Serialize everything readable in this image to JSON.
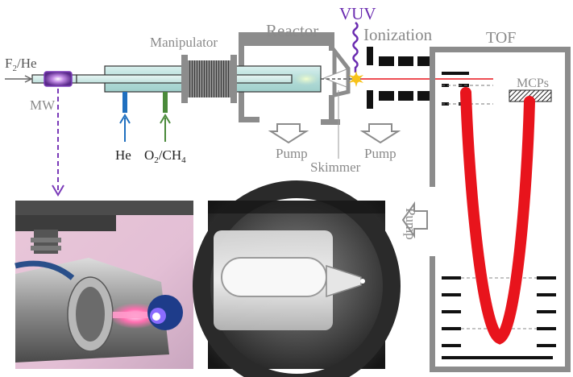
{
  "labels": {
    "reactor": "Reactor",
    "vuv": "VUV",
    "ionization": "Ionization",
    "tof": "TOF",
    "manipulator": "Manipulator",
    "f2he_main": "F",
    "f2he_sub": "2",
    "f2he_tail": "/He",
    "mw": "MW",
    "mcps": "MCPs",
    "he": "He",
    "o2ch4_main": "O",
    "o2ch4_sub": "2",
    "o2ch4_tail": "/CH",
    "o2ch4_sub2": "4",
    "pump_left": "Pump",
    "pump_right": "Pump",
    "pump_vertical": "Pump",
    "skimmer": "Skimmer"
  },
  "colors": {
    "chamber_gray": "#8c8c8c",
    "label_gray": "#8a8a8a",
    "tube_fill": "#c7e8e6",
    "he_arrow": "#1f6fbf",
    "o2ch4_arrow": "#4a8a3a",
    "vuv_purple": "#6a2bb0",
    "ion_path_red": "#e8141c",
    "discharge_purple": "#7a3ab8"
  },
  "icons": {
    "vuv_photon": "wavy-line",
    "ionization_spark": "star-burst",
    "pump_arrow": "hollow-arrow",
    "mcp_detector": "hatched-block"
  },
  "photos": {
    "left": "microwave-discharge-photo",
    "center": "reactor-nozzle-photo"
  }
}
